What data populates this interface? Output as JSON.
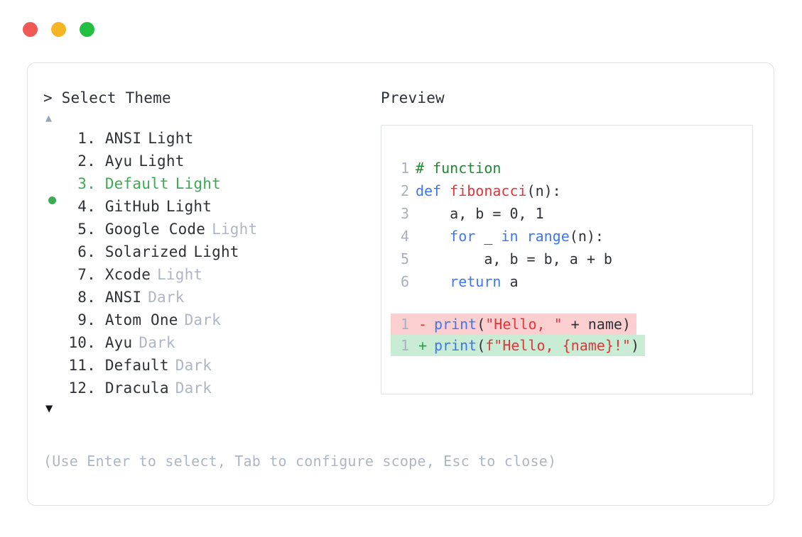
{
  "titlebar": {
    "dots": [
      {
        "name": "close-dot",
        "color": "#f05a55"
      },
      {
        "name": "minimize-dot",
        "color": "#f5b525"
      },
      {
        "name": "maximize-dot",
        "color": "#22c03f"
      }
    ]
  },
  "prompt": {
    "header": "> Select Theme",
    "scroll_up_glyph": "▲",
    "scroll_down_glyph": "▼",
    "selected_index": 3,
    "hint": "(Use Enter to select, Tab to configure scope, Esc to close)"
  },
  "themes": [
    {
      "index": " 1.",
      "name": "ANSI",
      "variant": "Light",
      "variant_muted": false,
      "selected": false
    },
    {
      "index": " 2.",
      "name": "Ayu",
      "variant": "Light",
      "variant_muted": false,
      "selected": false
    },
    {
      "index": " 3.",
      "name": "Default",
      "variant": "Light",
      "variant_muted": false,
      "selected": true
    },
    {
      "index": " 4.",
      "name": "GitHub",
      "variant": "Light",
      "variant_muted": false,
      "selected": false
    },
    {
      "index": " 5.",
      "name": "Google Code",
      "variant": "Light",
      "variant_muted": true,
      "selected": false
    },
    {
      "index": " 6.",
      "name": "Solarized",
      "variant": "Light",
      "variant_muted": false,
      "selected": false
    },
    {
      "index": " 7.",
      "name": "Xcode",
      "variant": "Light",
      "variant_muted": true,
      "selected": false
    },
    {
      "index": " 8.",
      "name": "ANSI",
      "variant": "Dark",
      "variant_muted": true,
      "selected": false
    },
    {
      "index": " 9.",
      "name": "Atom One",
      "variant": "Dark",
      "variant_muted": true,
      "selected": false
    },
    {
      "index": "10.",
      "name": "Ayu",
      "variant": "Dark",
      "variant_muted": true,
      "selected": false
    },
    {
      "index": "11.",
      "name": "Default",
      "variant": "Dark",
      "variant_muted": true,
      "selected": false
    },
    {
      "index": "12.",
      "name": "Dracula",
      "variant": "Dark",
      "variant_muted": true,
      "selected": false
    }
  ],
  "preview": {
    "title": "Preview",
    "code_lines": [
      {
        "no": "1",
        "tokens": [
          {
            "t": "# function",
            "c": "comment"
          }
        ]
      },
      {
        "no": "2",
        "tokens": [
          {
            "t": "def ",
            "c": "keyword"
          },
          {
            "t": "fibonacci",
            "c": "func"
          },
          {
            "t": "(n):",
            "c": "plain"
          }
        ]
      },
      {
        "no": "3",
        "tokens": [
          {
            "t": "    a, b = 0, 1",
            "c": "plain"
          }
        ]
      },
      {
        "no": "4",
        "tokens": [
          {
            "t": "    ",
            "c": "plain"
          },
          {
            "t": "for",
            "c": "keyword"
          },
          {
            "t": " _ ",
            "c": "plain"
          },
          {
            "t": "in",
            "c": "keyword"
          },
          {
            "t": " ",
            "c": "plain"
          },
          {
            "t": "range",
            "c": "builtin"
          },
          {
            "t": "(n):",
            "c": "plain"
          }
        ]
      },
      {
        "no": "5",
        "tokens": [
          {
            "t": "        a, b = b, a + b",
            "c": "plain"
          }
        ]
      },
      {
        "no": "6",
        "tokens": [
          {
            "t": "    ",
            "c": "plain"
          },
          {
            "t": "return",
            "c": "keyword"
          },
          {
            "t": " a",
            "c": "plain"
          }
        ]
      }
    ],
    "diff_lines": [
      {
        "no": "1",
        "sign": "-",
        "kind": "removed",
        "tokens": [
          {
            "t": "print",
            "c": "builtin"
          },
          {
            "t": "(",
            "c": "plain"
          },
          {
            "t": "\"Hello, \"",
            "c": "string"
          },
          {
            "t": " + name)",
            "c": "plain"
          }
        ]
      },
      {
        "no": "1",
        "sign": "+",
        "kind": "added",
        "tokens": [
          {
            "t": "print",
            "c": "builtin"
          },
          {
            "t": "(",
            "c": "plain"
          },
          {
            "t": "f\"Hello, {name}!\"",
            "c": "string"
          },
          {
            "t": ")",
            "c": "plain"
          }
        ]
      }
    ]
  }
}
